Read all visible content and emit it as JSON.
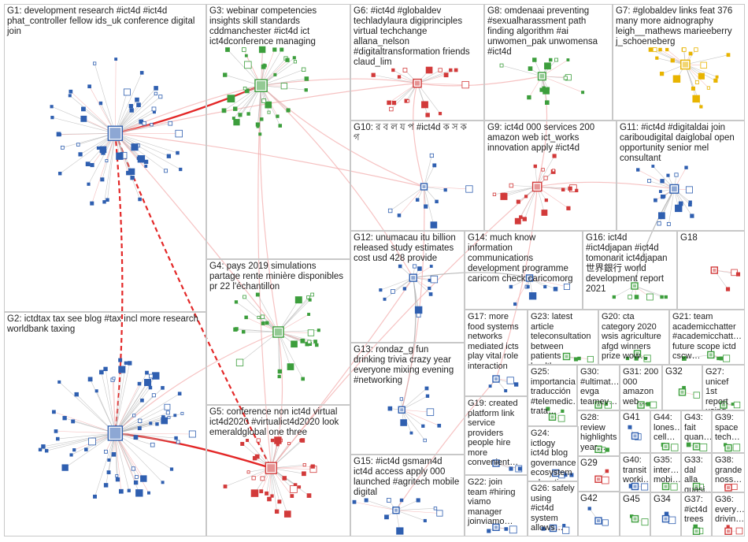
{
  "title": "NodeXL network graph of #ict4d",
  "colors": {
    "edge_light": "#f2a8a8",
    "edge_gray": "#b4b4b4",
    "edge_strong": "#e01010",
    "node_blue": "#2f5fb0",
    "node_green": "#3c9e3c",
    "node_yellow": "#e8b400",
    "node_red": "#d23a3a",
    "border": "#c8c8c8"
  },
  "groups": [
    {
      "id": "G1",
      "label": "G1: development research #ict4d #ict4d\nphat_controller fellow ids_uk conference digital\njoin",
      "node_color": "node_blue"
    },
    {
      "id": "G2",
      "label": "G2: ictdtax tax see blog #tax incl more research\nworldbank taxing",
      "node_color": "node_blue"
    },
    {
      "id": "G3",
      "label": "G3: webinar competencies\ninsights skill standards\ncddmanchester #ict4d ict\nict4dconference managing",
      "node_color": "node_green"
    },
    {
      "id": "G4",
      "label": "G4: pays 2019 simulations\npartage rente minière disponibles\npr 22 l'échantillon",
      "node_color": "node_green"
    },
    {
      "id": "G5",
      "label": "G5: conference non ict4d virtual\nict4d2020 #virtualict4d2020 look\nemeraldglobal one three",
      "node_color": "node_red"
    },
    {
      "id": "G6",
      "label": "G6: #ict4d #globaldev\ntechladylaura digiprinciples\nvirtual techchange\nallana_nelson\n#digitaltransformation friends\nclaud_lim",
      "node_color": "node_red"
    },
    {
      "id": "G7",
      "label": "G7: #globaldev links feat 376\nmany more aidnography\nleigh__mathews marieeberry\nj_schoeneberg",
      "node_color": "node_yellow"
    },
    {
      "id": "G8",
      "label": "G8: omdenaai preventing\n#sexualharassment path\nfinding algorithm #ai\nunwomen_pak unwomensa\n#ict4d",
      "node_color": "node_green"
    },
    {
      "id": "G9",
      "label": "G9: ict4d 000 services 200\namazon web ict_works\ninnovation apply #ict4d",
      "node_color": "node_red"
    },
    {
      "id": "G10",
      "label": "G10: র ব ল য প #ict4d ক স ক\nগ",
      "node_color": "node_blue"
    },
    {
      "id": "G11",
      "label": "G11: #ict4d #digitaldai join\ncariboudigital daiglobal open\nopportunity senior mel\nconsultant",
      "node_color": "node_blue"
    },
    {
      "id": "G12",
      "label": "G12: unumacau itu billion\nreleased study estimates\ncost usd 428 provide",
      "node_color": "node_blue"
    },
    {
      "id": "G13",
      "label": "G13: rondaz_g fun\ndrinking trivia crazy year\neveryone mixing evening\n#networking",
      "node_color": "node_blue"
    },
    {
      "id": "G14",
      "label": "G14: much know\ninformation\ncommunications\ndevelopment programme\ncaricom check caricomorg",
      "node_color": "node_blue"
    },
    {
      "id": "G15",
      "label": "G15: #ict4d gsmam4d\nict4d access apply 000\nlaunched #agritech mobile\ndigital",
      "node_color": "node_blue"
    },
    {
      "id": "G16",
      "label": "G16: ict4d\n#ict4djapan #ict4d\ntomonarit ict4djapan\n世界銀行 world\ndevelopment report\n2021",
      "node_color": "node_green"
    },
    {
      "id": "G17",
      "label": "G17: more\nfood systems\nnetworks\nmediated icts\nplay vital role\ninteraction",
      "node_color": "node_blue"
    },
    {
      "id": "G18",
      "label": "G18",
      "node_color": "node_red"
    },
    {
      "id": "G19",
      "label": "G19: created\nplatform link\nservice\nproviders\npeople hire\nmore\nconvenient…",
      "node_color": "node_blue"
    },
    {
      "id": "G20",
      "label": "G20: cta\ncategory 2020\nwsis agriculture\nafgd winners\nprize wow…",
      "node_color": "node_green"
    },
    {
      "id": "G21",
      "label": "G21: team\nacademicchatter\n#academicchatt…\nfuture scope ictd\ncscw…",
      "node_color": "node_green"
    },
    {
      "id": "G22",
      "label": "G22: join\nteam #hiring\nviamo\nmanager\njoinviamo…",
      "node_color": "node_blue"
    },
    {
      "id": "G23",
      "label": "G23: latest\narticle\nteleconsultation\nbetween patients\nhealth care…",
      "node_color": "node_green"
    },
    {
      "id": "G24",
      "label": "G24: ictlogy\nict4d blog\ngovernance\necosystem\neducation…",
      "node_color": "node_blue"
    },
    {
      "id": "G25",
      "label": "G25:\nimportancia\ntraducción\n#telemedic…\ntrata…",
      "node_color": "node_green"
    },
    {
      "id": "G26",
      "label": "G26: safely\nusing #ict4d\nsystem\nallows…",
      "node_color": "node_blue"
    },
    {
      "id": "G27",
      "label": "G27:\nunicef 1st\nreport\nusing…",
      "node_color": "node_green"
    },
    {
      "id": "G28",
      "label": "G28:\nreview\nhighlights\nyear…",
      "node_color": "node_green"
    },
    {
      "id": "G29",
      "label": "G29",
      "node_color": "node_red"
    },
    {
      "id": "G30",
      "label": "G30:\n#ultimat…\nevga\nteamev…",
      "node_color": "node_green"
    },
    {
      "id": "G31",
      "label": "G31: 200\n000\namazon\nweb…",
      "node_color": "node_green"
    },
    {
      "id": "G32",
      "label": "G32",
      "node_color": "node_green"
    },
    {
      "id": "G33",
      "label": "G33:\ndal alla\nquasi…",
      "node_color": "node_green"
    },
    {
      "id": "G34",
      "label": "G34",
      "node_color": "node_blue"
    },
    {
      "id": "G35",
      "label": "G35:\ninter…\nmobi…",
      "node_color": "node_green"
    },
    {
      "id": "G36",
      "label": "G36:\nevery…\ndrivin…",
      "node_color": "node_red"
    },
    {
      "id": "G37",
      "label": "G37:\n#ict4d\ntrees",
      "node_color": "node_green"
    },
    {
      "id": "G38",
      "label": "G38:\ngrande\nnoss…",
      "node_color": "node_red"
    },
    {
      "id": "G39",
      "label": "G39:\nspace\ntech…",
      "node_color": "node_green"
    },
    {
      "id": "G40",
      "label": "G40:\ntransit\nworki…",
      "node_color": "node_blue"
    },
    {
      "id": "G41",
      "label": "G41",
      "node_color": "node_blue"
    },
    {
      "id": "G42",
      "label": "G42",
      "node_color": "node_blue"
    },
    {
      "id": "G43",
      "label": "G43:\nfait\nquan…",
      "node_color": "node_green"
    },
    {
      "id": "G44",
      "label": "G44:\nlones…\ncell…",
      "node_color": "node_green"
    },
    {
      "id": "G45",
      "label": "G45",
      "node_color": "node_green"
    }
  ]
}
